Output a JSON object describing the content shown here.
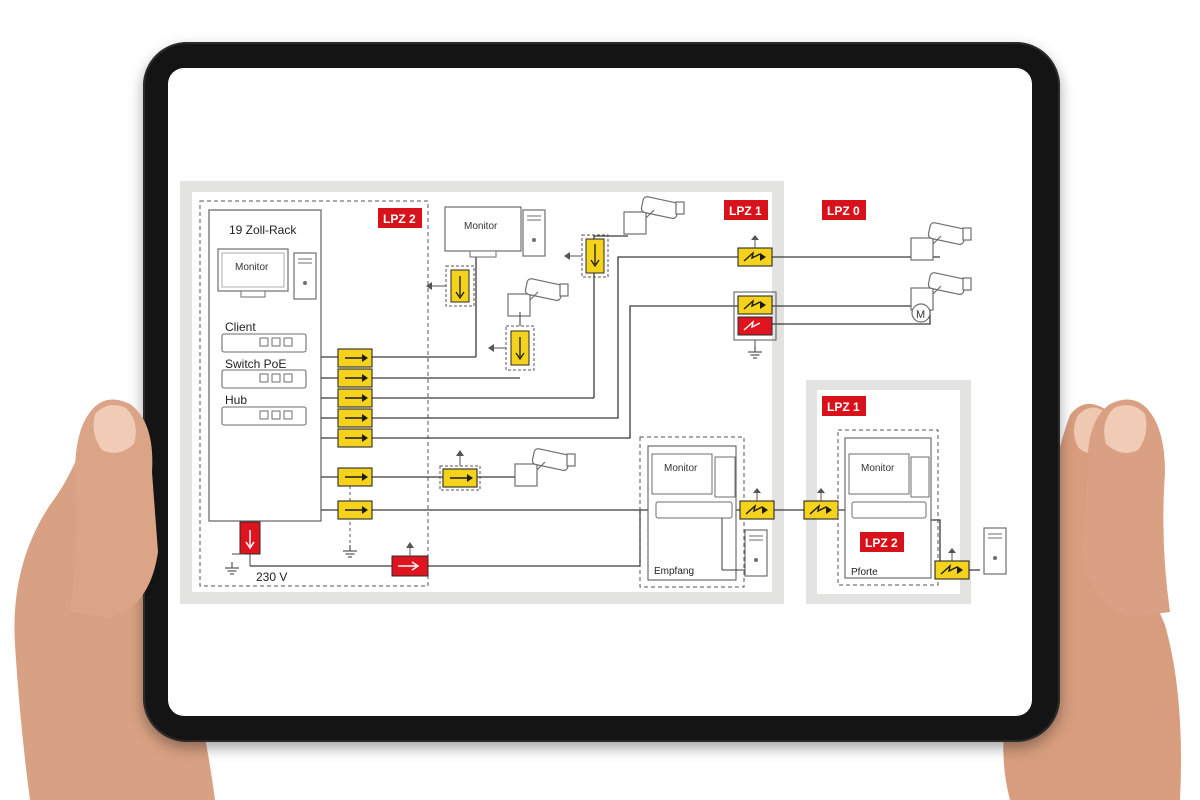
{
  "diagram": {
    "zones": {
      "lpz2_main": "LPZ 2",
      "lpz1_main": "LPZ 1",
      "lpz0": "LPZ 0",
      "lpz1_gate": "LPZ 1",
      "lpz2_gate": "LPZ 2"
    },
    "rack": {
      "title": "19 Zoll-Rack",
      "monitor_label": "Monitor",
      "client_label": "Client",
      "switch_label": "Switch PoE",
      "hub_label": "Hub"
    },
    "workstation_monitor": "Monitor",
    "empfang": {
      "monitor_label": "Monitor",
      "room_label": "Empfang"
    },
    "pforte": {
      "monitor_label": "Monitor",
      "room_label": "Pforte"
    },
    "power_label": "230 V",
    "motor_label": "M"
  },
  "colors": {
    "surge_yellow": "#f5d31d",
    "surge_red": "#e0141e",
    "zone_gray": "#e3e3e1",
    "lpz_tag": "#d7121b"
  }
}
